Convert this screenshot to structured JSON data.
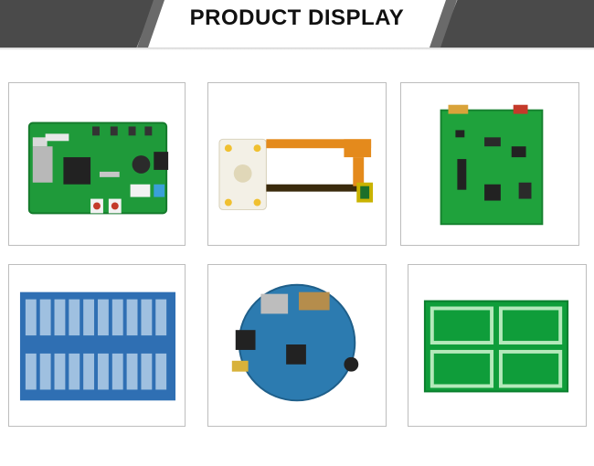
{
  "header": {
    "title": "PRODUCT DISPLAY"
  },
  "colors": {
    "banner_dark": "#4a4a4a",
    "pcb_green": "#1f9a3a",
    "pcb_blue": "#2f6fb3",
    "flex_orange": "#e48a1c"
  },
  "gallery": [
    {
      "label": "green-pcb-audio-board"
    },
    {
      "label": "flex-pcb-keypad"
    },
    {
      "label": "green-pcb-module"
    },
    {
      "label": "blue-pcb-panel"
    },
    {
      "label": "round-blue-pcb"
    },
    {
      "label": "green-bare-pcb-panel"
    }
  ]
}
